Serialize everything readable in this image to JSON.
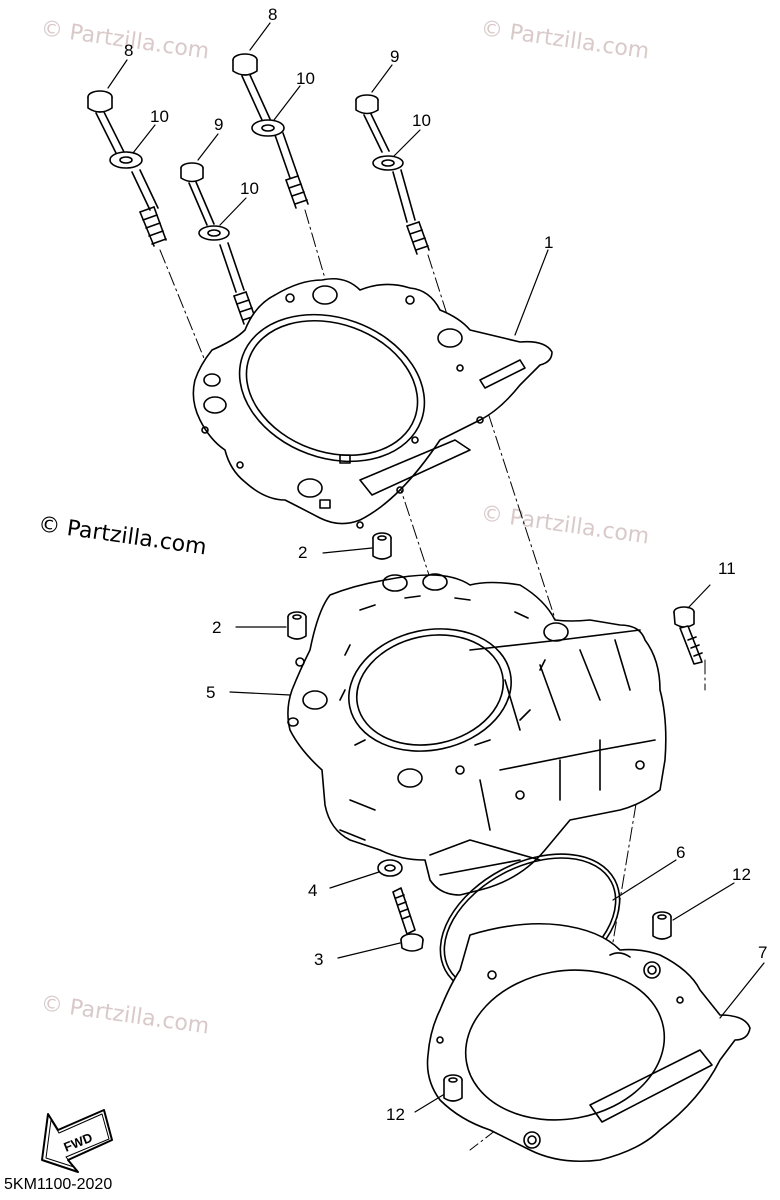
{
  "watermark_text": "© Partzilla.com",
  "copyright_text": "© Partzilla.com",
  "diagram_code": "5KM1100-2020",
  "fwd_label": "FWD",
  "callouts": {
    "c1": "1",
    "c2a": "2",
    "c2b": "2",
    "c3": "3",
    "c4": "4",
    "c5": "5",
    "c6": "6",
    "c7": "7",
    "c8a": "8",
    "c8b": "8",
    "c9a": "9",
    "c9b": "9",
    "c10a": "10",
    "c10b": "10",
    "c10c": "10",
    "c10d": "10",
    "c11": "11",
    "c12a": "12",
    "c12b": "12"
  },
  "colors": {
    "line": "#000000",
    "watermark": "#d9c9c9",
    "background": "#ffffff"
  }
}
